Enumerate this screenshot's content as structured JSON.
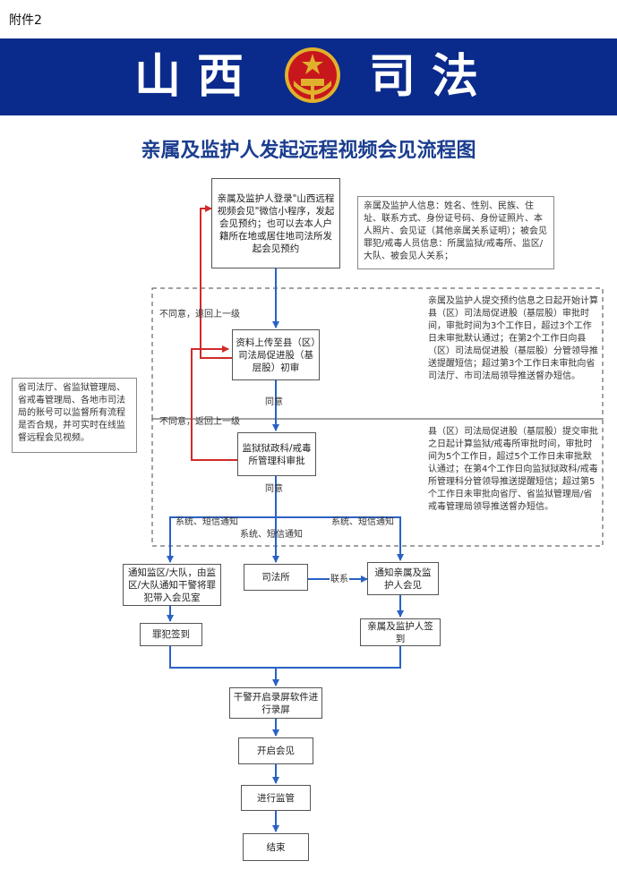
{
  "attachment_label": "附件2",
  "banner": {
    "left_text": "山西",
    "right_text": "司法",
    "colors": {
      "banner_bg": "#0a2a8c",
      "emblem_red": "#c8161d",
      "emblem_gold": "#e0b12c"
    }
  },
  "title": "亲属及监护人发起远程视频会见流程图",
  "nodes": {
    "start": "亲属及监护人登录\"山西远程视频会见\"微信小程序，发起会见预约；也可以去本人户籍所在地或居住地司法所发起会见预约",
    "upload": "资料上传至县（区）司法局促进股（基层股）初审",
    "prison_review": "监狱狱政科/戒毒所管理科审批",
    "notify_area": "通知监区/大队，由监区/大队通知干警将罪犯带入会见室",
    "judicial_office": "司法所",
    "notify_family": "通知亲属及监护人会见",
    "prisoner_sign": "罪犯签到",
    "family_sign": "亲属及监护人签到",
    "recording": "干警开启录屏软件进行录屏",
    "start_meeting": "开启会见",
    "monitoring": "进行监管",
    "end": "结束"
  },
  "notes": {
    "info": "亲属及监护人信息：姓名、性别、民族、住址、联系方式、身份证号码、身份证照片、本人照片、会见证（其他亲属关系证明）；被会见罪犯/戒毒人员信息：所属监狱/戒毒所、监区/大队、被会见人关系；",
    "county_time": "亲属及监护人提交预约信息之日起开始计算县（区）司法局促进股（基层股）审批时间，审批时间为3个工作日，超过3个工作日未审批默认通过；在第2个工作日向县（区）司法局促进股（基层股）分管领导推送提醒短信；超过第3个工作日未审批向省司法厅、市司法局领导推送督办短信。",
    "prison_time": "县（区）司法局促进股（基层股）提交审批之日起计算监狱/戒毒所审批时间，审批时间为5个工作日，超过5个工作日未审批默认通过；在第4个工作日向监狱狱政科/戒毒所管理科分管领导推送提醒短信；超过第5个工作日未审批向省厅、省监狱管理局/省戒毒管理局领导推送督办短信。",
    "supervision": "省司法厅、省监狱管理局、省戒毒管理局、各地市司法局的账号可以监督所有流程是否合规，并可实时在线监督远程会见视频。"
  },
  "labels": {
    "reject1": "不同意，退回上一级",
    "reject2": "不同意，返回上一级",
    "agree1": "同意",
    "agree2": "同意",
    "sms_left": "系统、短信通知",
    "sms_mid": "系统、短信通知",
    "sms_right": "系统、短信通知",
    "contact": "联系"
  }
}
